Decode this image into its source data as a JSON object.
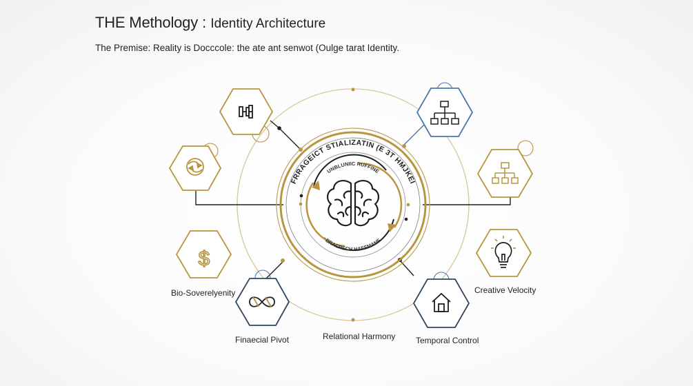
{
  "header": {
    "title_strong": "THE Methology",
    "title_sep": " : ",
    "title_rest": "Identity Architecture",
    "premise": "The Premise: Reality is Docccole: the ate ant senwot (Oulge tarat Identity."
  },
  "core": {
    "outer_ring_text": "FRRAGEICT STIALIZATIN (E 3T HMJKEI",
    "inner_top_text": "UNBLUNIIC RUFFINE",
    "inner_bottom_text": "BRACRECH HAEFMANE",
    "center_icon": "brain-icon"
  },
  "nodes": [
    {
      "id": "fitness",
      "icon": "dumbbell-icon",
      "color": "#b8953f",
      "label": ""
    },
    {
      "id": "org-top",
      "icon": "org-chart-icon",
      "color": "#4a78a8",
      "label": ""
    },
    {
      "id": "cycle",
      "icon": "cycle-icon",
      "color": "#b8953f",
      "label": ""
    },
    {
      "id": "org-right",
      "icon": "org-chart-icon",
      "color": "#b8953f",
      "label": ""
    },
    {
      "id": "bio",
      "icon": "dollar-icon",
      "color": "#b8953f",
      "label": "Bio-Soverelyenity"
    },
    {
      "id": "creative",
      "icon": "lightbulb-icon",
      "color": "#b8953f",
      "label": "Creative Velocity"
    },
    {
      "id": "financial",
      "icon": "infinity-icon",
      "color": "#4a78a8",
      "label": "Finaecial Pivot"
    },
    {
      "id": "relational",
      "icon": "",
      "color": "#b8953f",
      "label": "Relational Harmony"
    },
    {
      "id": "temporal",
      "icon": "home-icon",
      "color": "#2f4660",
      "label": "Temporal Control"
    }
  ],
  "colors": {
    "gold": "#b8953f",
    "blue": "#4a78a8",
    "navy": "#2f4660",
    "dark": "#1e1e1e"
  }
}
